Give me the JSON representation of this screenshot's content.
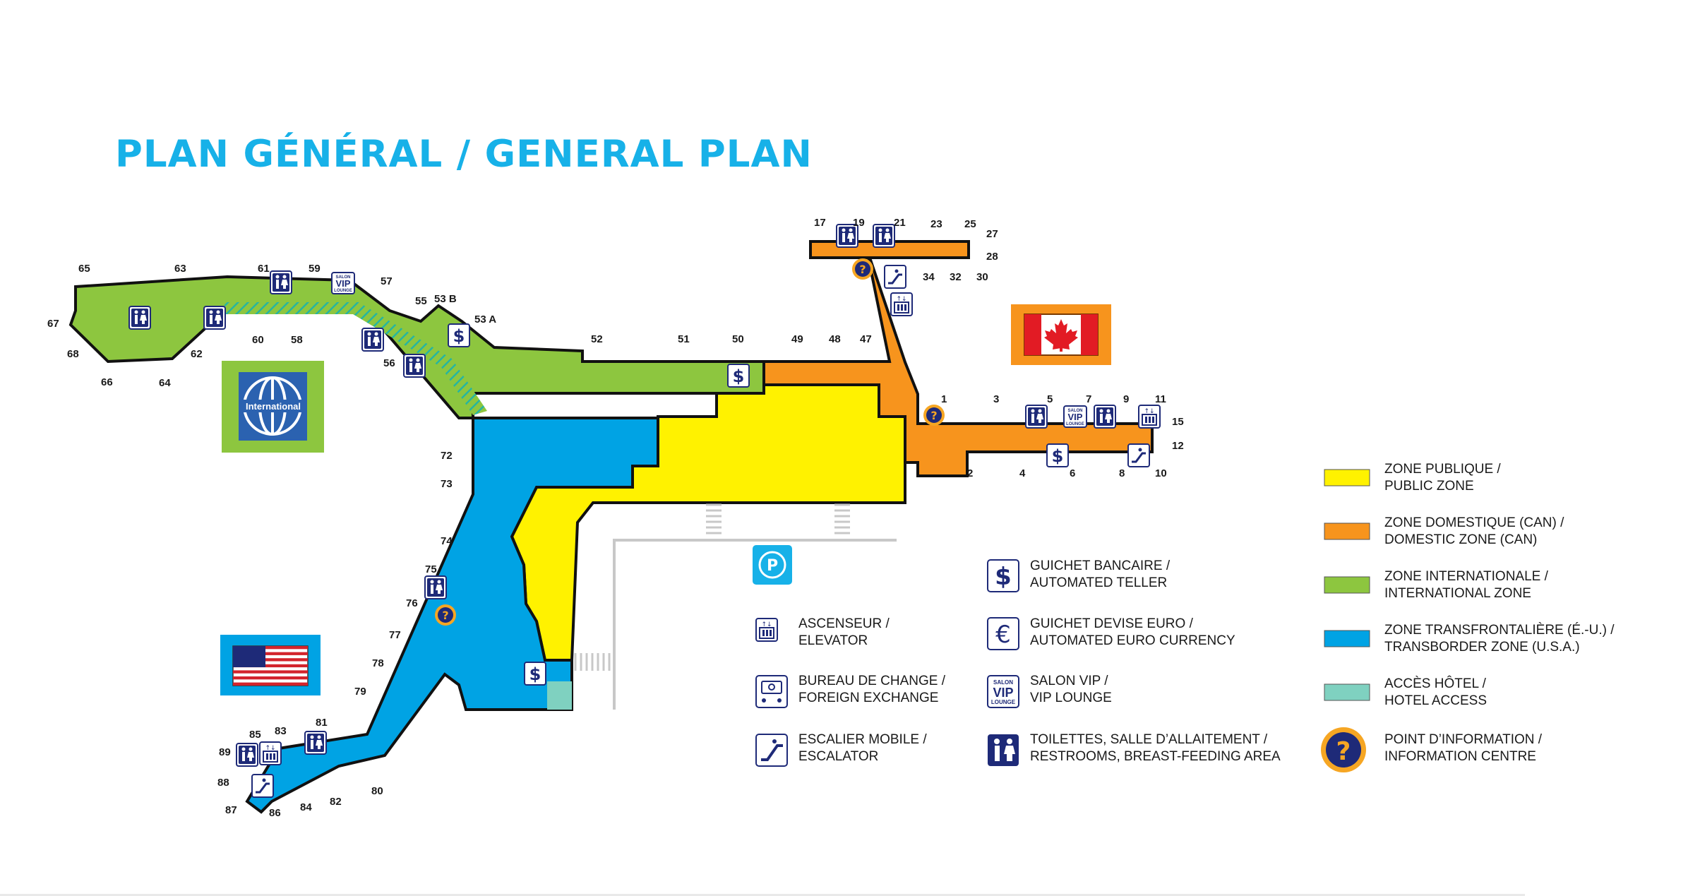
{
  "title": "PLAN GÉNÉRAL / GENERAL PLAN",
  "colors": {
    "title": "#17b1e8",
    "public": "#fff200",
    "domestic": "#f7941d",
    "international": "#8dc63f",
    "transborder": "#00a3e4",
    "hotel": "#7fd1c0",
    "info_badge": "#1e2a78",
    "info_ring": "#f6a623",
    "icon_navy": "#1e2a78"
  },
  "badges": {
    "international": "International"
  },
  "gates": {
    "g17": "17",
    "g19": "19",
    "g21": "21",
    "g23": "23",
    "g25": "25",
    "g27": "27",
    "g28": "28",
    "g34": "34",
    "g32": "32",
    "g30": "30",
    "g65": "65",
    "g63": "63",
    "g61": "61",
    "g59": "59",
    "g57": "57",
    "g55": "55",
    "g53b": "53 B",
    "g53a": "53 A",
    "g67": "67",
    "g68": "68",
    "g66": "66",
    "g64": "64",
    "g62": "62",
    "g60": "60",
    "g58": "58",
    "g56": "56",
    "g52": "52",
    "g51": "51",
    "g50": "50",
    "g49": "49",
    "g48": "48",
    "g47": "47",
    "g1": "1",
    "g3": "3",
    "g5": "5",
    "g7": "7",
    "g9": "9",
    "g11": "11",
    "g15": "15",
    "g12": "12",
    "g2": "2",
    "g4": "4",
    "g6": "6",
    "g8": "8",
    "g10": "10",
    "g72": "72",
    "g73": "73",
    "g74": "74",
    "g75": "75",
    "g76": "76",
    "g77": "77",
    "g78": "78",
    "g79": "79",
    "g80": "80",
    "g81": "81",
    "g82": "82",
    "g83": "83",
    "g84": "84",
    "g85": "85",
    "g86": "86",
    "g87": "87",
    "g88": "88",
    "g89": "89"
  },
  "services_legend": [
    {
      "icon": "elevator-icon",
      "line1": "ASCENSEUR /",
      "line2": "ELEVATOR"
    },
    {
      "icon": "foreign-exchange-icon",
      "line1": "BUREAU DE CHANGE /",
      "line2": "FOREIGN EXCHANGE"
    },
    {
      "icon": "escalator-icon",
      "line1": "ESCALIER MOBILE /",
      "line2": "ESCALATOR"
    },
    {
      "icon": "dollar-icon",
      "line1": "GUICHET BANCAIRE /",
      "line2": "AUTOMATED TELLER"
    },
    {
      "icon": "euro-icon",
      "line1": "GUICHET DEVISE EURO /",
      "line2": "AUTOMATED EURO CURRENCY"
    },
    {
      "icon": "vip-lounge-icon",
      "line1": "SALON VIP /",
      "line2": "VIP LOUNGE"
    },
    {
      "icon": "restroom-icon",
      "line1": "TOILETTES, SALLE D’ALLAITEMENT /",
      "line2": "RESTROOMS, BREAST-FEEDING AREA"
    }
  ],
  "zones_legend": [
    {
      "color": "#fff200",
      "line1": "ZONE PUBLIQUE /",
      "line2": "PUBLIC ZONE"
    },
    {
      "color": "#f7941d",
      "line1": "ZONE DOMESTIQUE (CAN) /",
      "line2": "DOMESTIC ZONE (CAN)"
    },
    {
      "color": "#8dc63f",
      "line1": "ZONE INTERNATIONALE /",
      "line2": "INTERNATIONAL ZONE"
    },
    {
      "color": "#00a3e4",
      "line1": "ZONE TRANSFRONTALIÈRE (É.-U.) /",
      "line2": "TRANSBORDER ZONE (U.S.A.)"
    },
    {
      "color": "#7fd1c0",
      "line1": "ACCÈS HÔTEL /",
      "line2": "HOTEL ACCESS"
    },
    {
      "icon": "info-icon",
      "line1": "POINT D’INFORMATION /",
      "line2": "INFORMATION CENTRE"
    }
  ],
  "vip_sign": {
    "top": "SALON",
    "mid": "VIP",
    "bottom": "LOUNGE"
  }
}
